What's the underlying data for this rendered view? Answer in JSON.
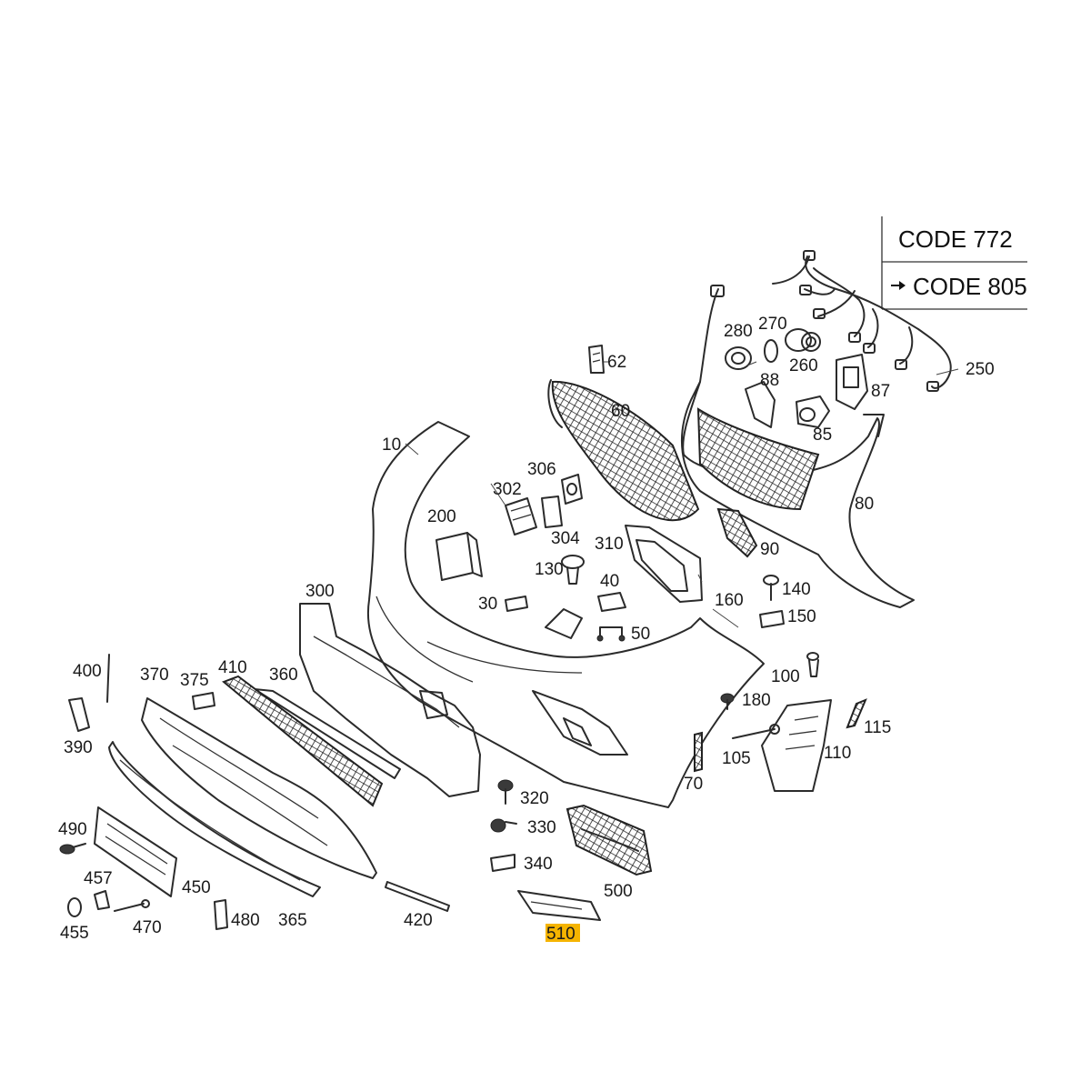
{
  "legend": {
    "code_primary": "CODE 772",
    "code_secondary": "CODE 805",
    "arrow_icon": "right-arrow-icon"
  },
  "highlight_color": "#f5b400",
  "part_labels": {
    "p10": "10",
    "p30": "30",
    "p40": "40",
    "p50": "50",
    "p60": "60",
    "p62": "62",
    "p70": "70",
    "p80": "80",
    "p85": "85",
    "p87": "87",
    "p88": "88",
    "p90": "90",
    "p100": "100",
    "p105": "105",
    "p110": "110",
    "p115": "115",
    "p130": "130",
    "p140": "140",
    "p150": "150",
    "p160": "160",
    "p180": "180",
    "p200": "200",
    "p250": "250",
    "p260": "260",
    "p270": "270",
    "p280": "280",
    "p300": "300",
    "p302": "302",
    "p304": "304",
    "p306": "306",
    "p310": "310",
    "p320": "320",
    "p330": "330",
    "p340": "340",
    "p360": "360",
    "p365": "365",
    "p370": "370",
    "p375": "375",
    "p390": "390",
    "p400": "400",
    "p410": "410",
    "p420": "420",
    "p450": "450",
    "p455": "455",
    "p457": "457",
    "p470": "470",
    "p480": "480",
    "p490": "490",
    "p500": "500",
    "p510": "510"
  }
}
